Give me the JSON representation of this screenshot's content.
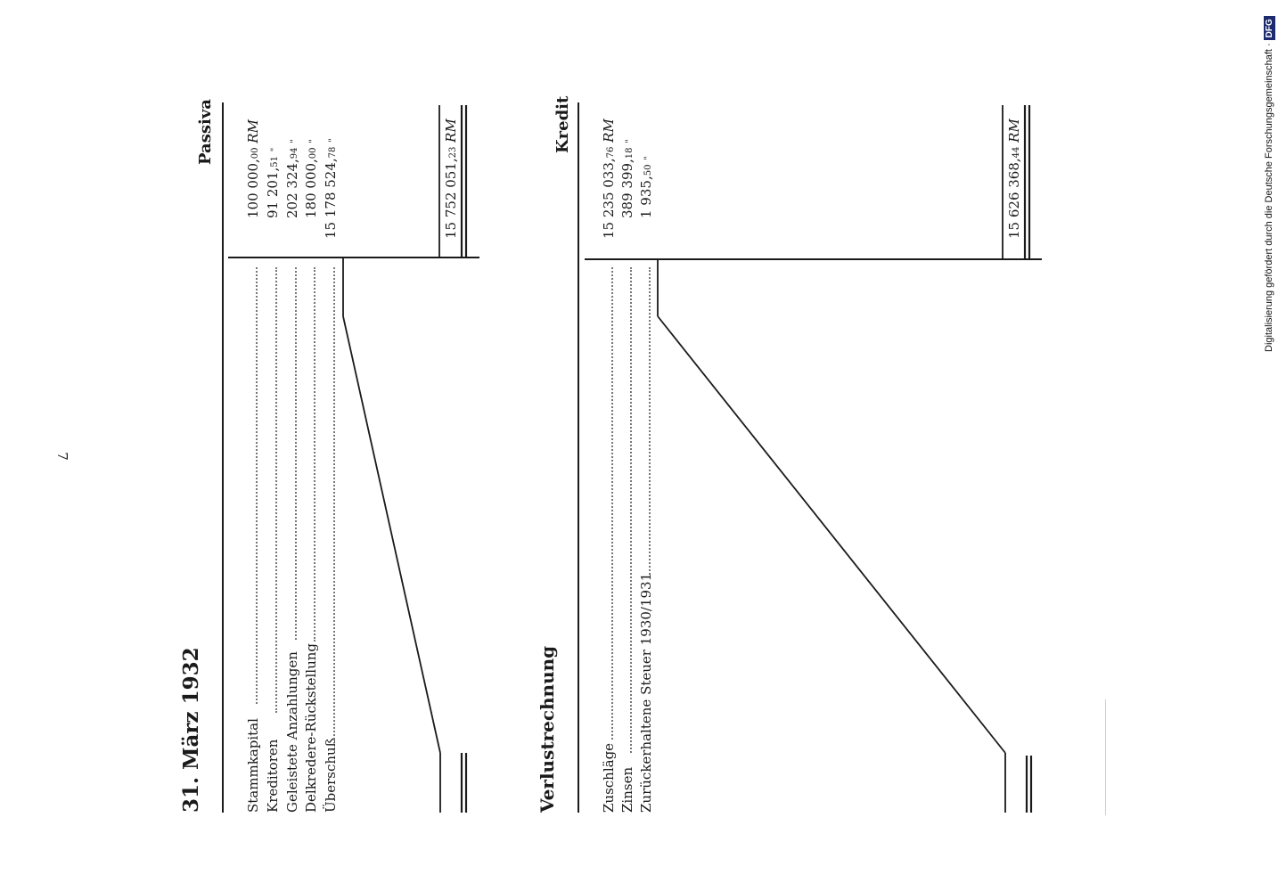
{
  "page_number": "7",
  "balance": {
    "title": "31. März 1932",
    "header_right": "Passiva",
    "rows": [
      {
        "label": "Stammkapital",
        "amount": "100 000,",
        "cents": "00",
        "unit": "RM"
      },
      {
        "label": "Kreditoren",
        "amount": "91 201,",
        "cents": "51",
        "unit": "\""
      },
      {
        "label": "Geleistete Anzahlungen",
        "amount": "202 324,",
        "cents": "94",
        "unit": "\""
      },
      {
        "label": "Delkredere-Rückstellung",
        "amount": "180 000,",
        "cents": "00",
        "unit": "\""
      },
      {
        "label": "Überschuß",
        "amount": "15 178 524,",
        "cents": "78",
        "unit": "\""
      }
    ],
    "total": {
      "amount": "15 752 051,",
      "cents": "23",
      "unit": "RM"
    }
  },
  "loss_account": {
    "title": "Verlustrechnung",
    "header_right": "Kredit",
    "rows": [
      {
        "label": "Zuschläge",
        "amount": "15 235 033,",
        "cents": "76",
        "unit": "RM"
      },
      {
        "label": "Zinsen",
        "amount": "389 399,",
        "cents": "18",
        "unit": "\""
      },
      {
        "label": "Zurückerhaltene Steuer 1930/1931",
        "amount": "1 935,",
        "cents": "50",
        "unit": "\""
      }
    ],
    "total": {
      "amount": "15 626 368,",
      "cents": "44",
      "unit": "RM"
    }
  },
  "credit_line": {
    "text": "Digitalisierung gefördert durch die Deutsche Forschungsgemeinschaft ·",
    "logo": "DFG"
  }
}
